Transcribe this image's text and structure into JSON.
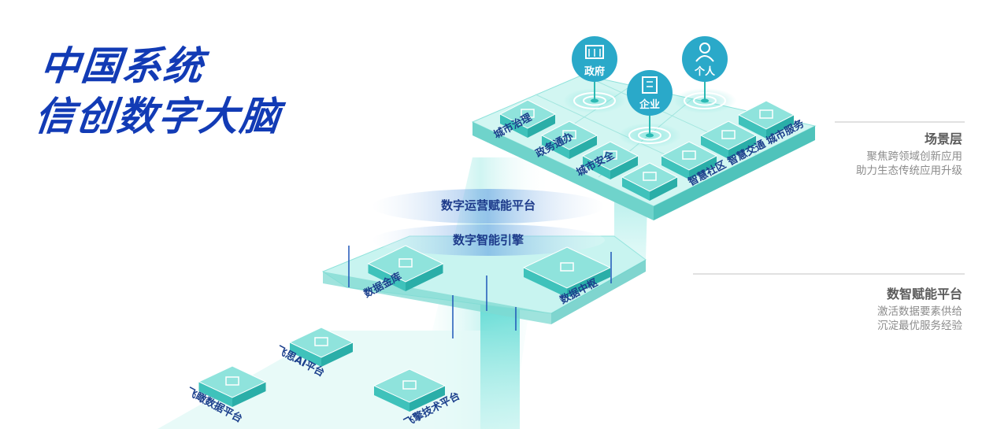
{
  "title": {
    "line1": "中国系统",
    "line2": "信创数字大脑"
  },
  "layers": {
    "scene": {
      "title": "场景层",
      "desc1": "聚焦跨领域创新应用",
      "desc2": "助力生态传统应用升级"
    },
    "platform": {
      "title": "数智赋能平台",
      "desc1": "激活数据要素供给",
      "desc2": "沉淀最优服务经验"
    }
  },
  "users": {
    "gov": "政府",
    "enterprise": "企业",
    "personal": "个人"
  },
  "scenes": {
    "city_governance": "城市治理",
    "gov_service": "政务通办",
    "city_security": "城市安全",
    "smart_community": "智慧社区",
    "smart_transport": "智慧交通",
    "city_service": "城市服务"
  },
  "rings": {
    "operation": "数字运营赋能平台",
    "engine": "数字智能引擎"
  },
  "platform_nodes": {
    "data_vault": "数据金库",
    "data_hub": "数据中枢"
  },
  "base_nodes": {
    "ai_platform": "飞思AI平台",
    "data_platform": "飞瞰数据平台",
    "tech_platform": "飞擎技术平台"
  },
  "colors": {
    "brand_blue": "#123bb5",
    "teal": "#2ec9c4",
    "cyan_light": "#bff3ef",
    "icon_bg": "#2aa9c9"
  }
}
